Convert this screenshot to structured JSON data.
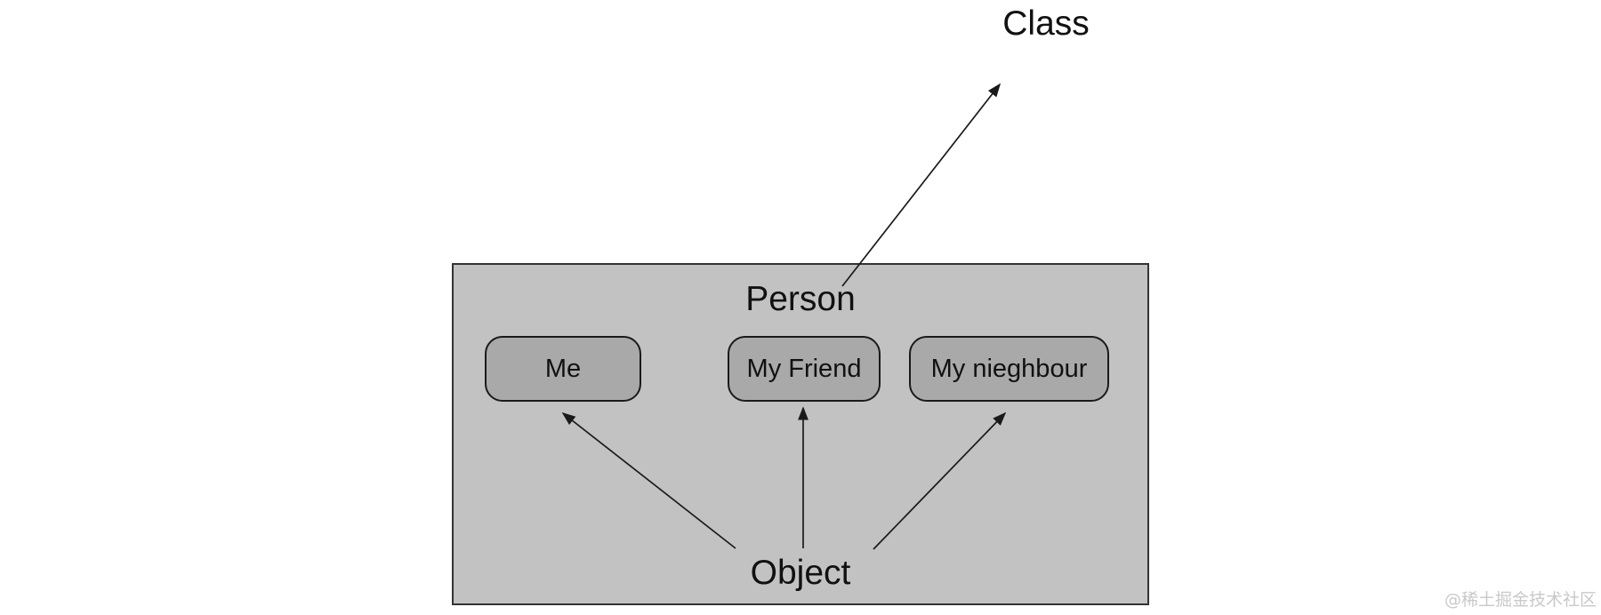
{
  "diagram": {
    "class_label": "Class",
    "container": {
      "title": "Person",
      "footer_label": "Object"
    },
    "instances": [
      {
        "label": "Me"
      },
      {
        "label": "My Friend"
      },
      {
        "label": "My nieghbour"
      }
    ],
    "edges": [
      {
        "from": "Person",
        "to": "Class"
      },
      {
        "from": "Object",
        "to": "Me"
      },
      {
        "from": "Object",
        "to": "My Friend"
      },
      {
        "from": "Object",
        "to": "My nieghbour"
      }
    ]
  },
  "watermark": "@稀土掘金技术社区",
  "colors": {
    "page_bg": "#ffffff",
    "container_fill": "#c2c2c2",
    "container_border": "#333333",
    "instance_fill": "#a9a9a9",
    "instance_border": "#1a1a1a",
    "text": "#111111",
    "arrow": "#1a1a1a",
    "watermark": "#c9c9c9"
  }
}
